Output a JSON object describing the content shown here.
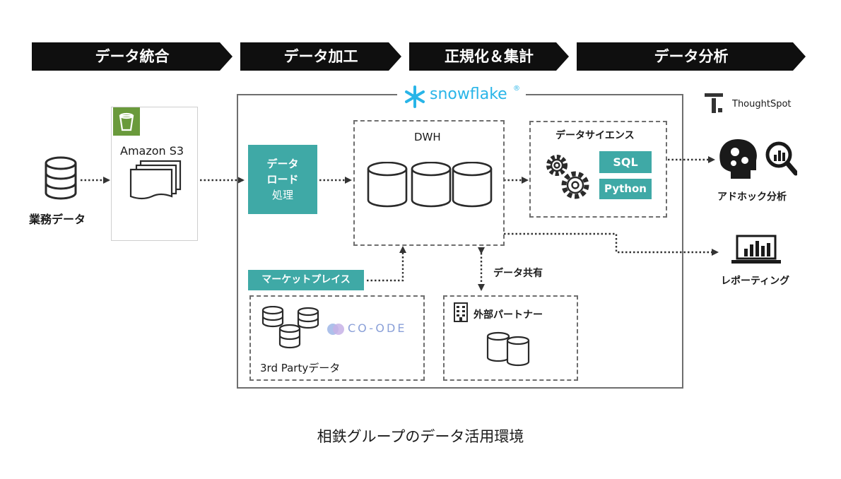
{
  "stages": [
    "データ統合",
    "データ加工",
    "正規化＆集計",
    "データ分析"
  ],
  "source": {
    "label": "業務データ"
  },
  "s3": {
    "label": "Amazon S3"
  },
  "snowflake": {
    "label": "snowflake",
    "mark": "®"
  },
  "load": {
    "lines": [
      "データ",
      "ロード",
      "処理"
    ]
  },
  "dwh": {
    "label": "DWH"
  },
  "science": {
    "label": "データサイエンス",
    "sql": "SQL",
    "python": "Python"
  },
  "thoughtspot": {
    "label": "ThoughtSpot"
  },
  "adhoc": {
    "label": "アドホック分析"
  },
  "reporting": {
    "label": "レポーティング"
  },
  "marketplace": {
    "label": "マーケットプレイス"
  },
  "third_party": {
    "label": "3rd Partyデータ",
    "logo": "CO-ODE"
  },
  "partner": {
    "label": "外部パートナー"
  },
  "share": {
    "label": "データ共有"
  },
  "caption": "相鉄グループのデータ活用環境",
  "colors": {
    "teal": "#3fa9a6",
    "snowflake_blue": "#29b5e8",
    "banner": "#0f0f0f",
    "s3_green": "#6a9a3c"
  }
}
